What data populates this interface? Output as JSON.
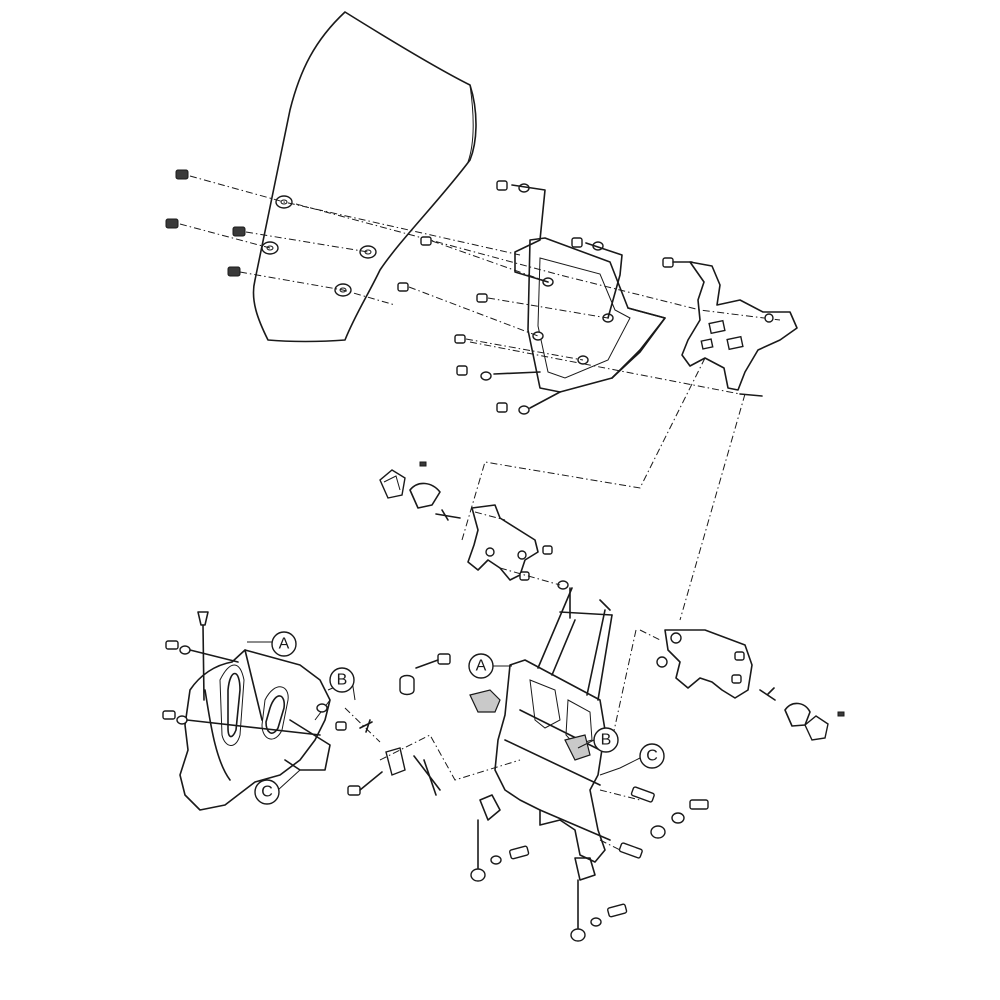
{
  "callouts": {
    "a_left": "A",
    "b_left": "B",
    "c_left": "C",
    "a_right": "A",
    "b_right": "B",
    "c_right": "C"
  }
}
